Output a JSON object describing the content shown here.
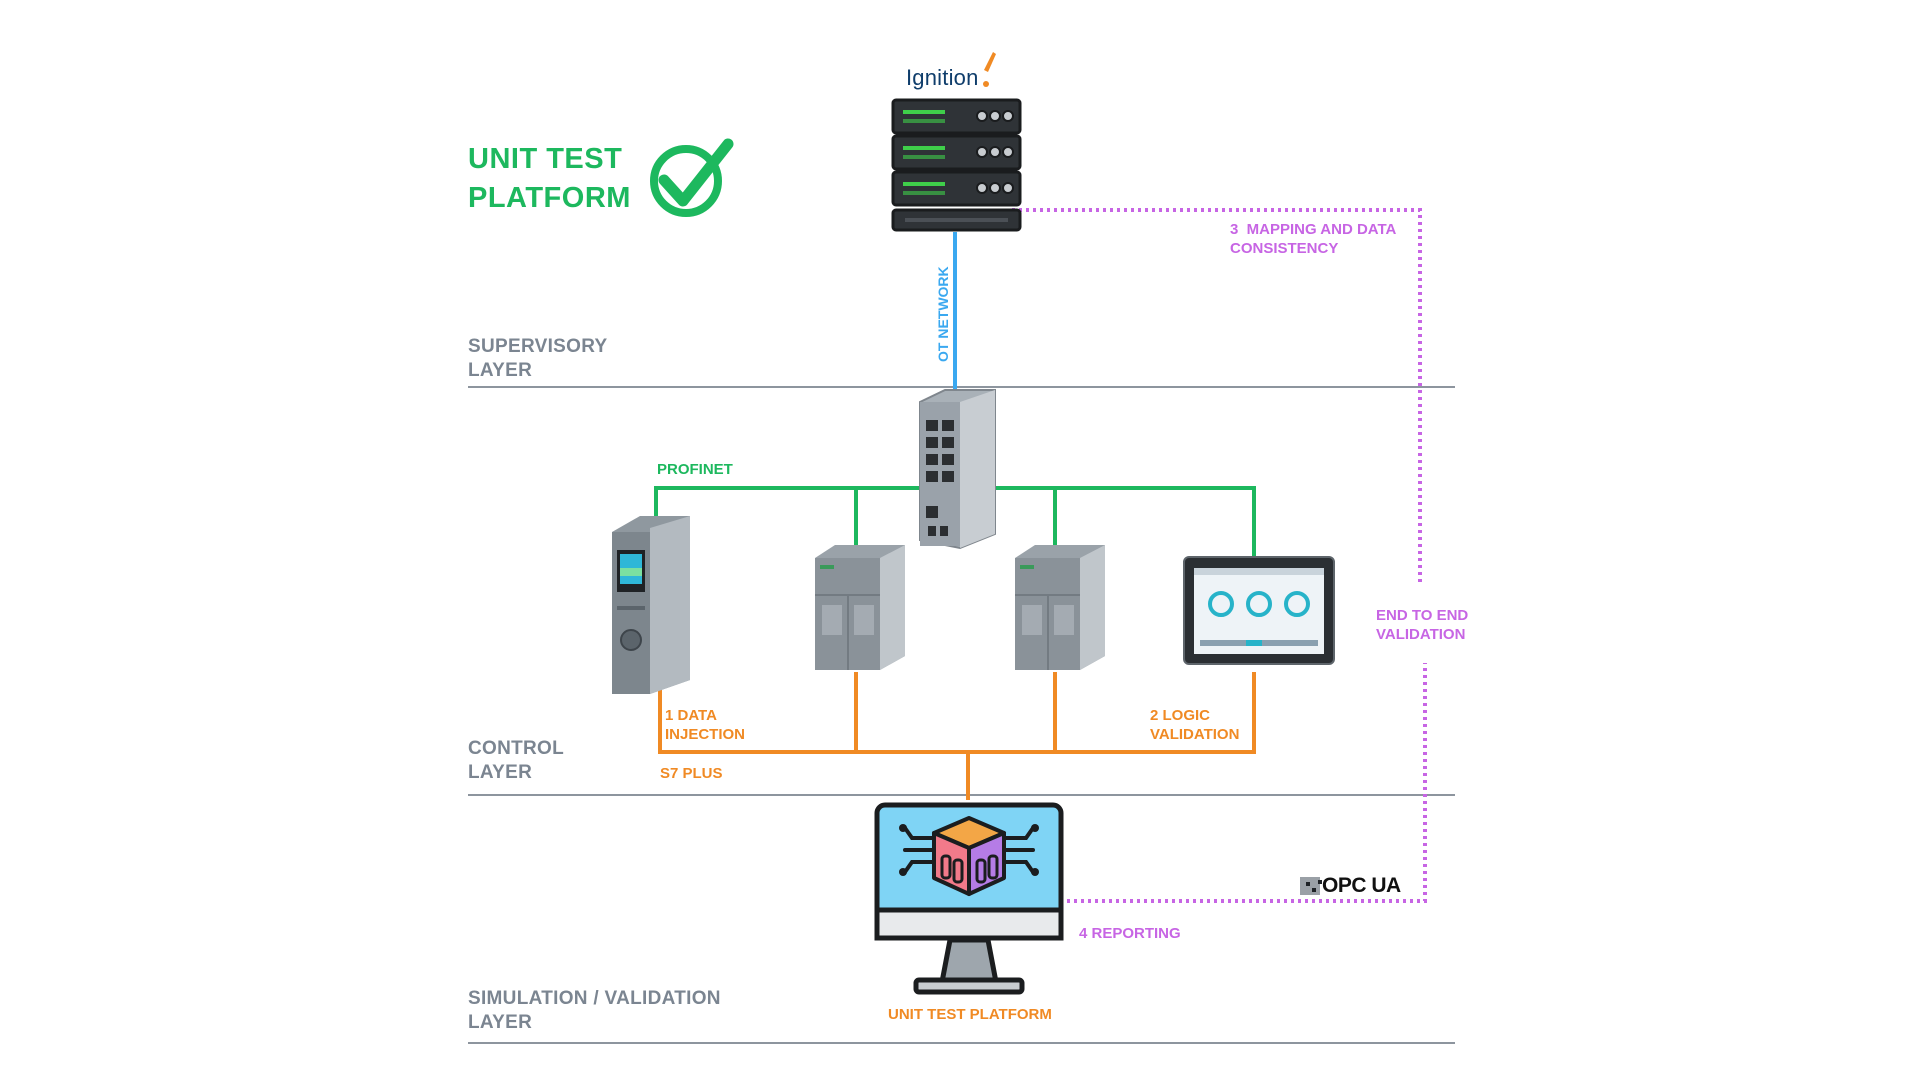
{
  "title": {
    "line1": "UNIT TEST",
    "line2": "PLATFORM"
  },
  "layers": {
    "supervisory": {
      "line1": "SUPERVISORY",
      "line2": "LAYER"
    },
    "control": {
      "line1": "CONTROL",
      "line2": "LAYER"
    },
    "simulation": {
      "line1": "SIMULATION / VALIDATION",
      "line2": "LAYER"
    }
  },
  "networks": {
    "ot": "OT NETWORK",
    "profinet": "PROFINET",
    "s7plus": "S7 PLUS",
    "opcua": "OPC UA"
  },
  "steps": {
    "data_injection": {
      "line1": "1 DATA",
      "line2": "INJECTION"
    },
    "logic_validation": {
      "line1": "2 LOGIC",
      "line2": "VALIDATION"
    },
    "mapping": {
      "line1": "3  MAPPING AND DATA",
      "line2": "CONSISTENCY"
    },
    "reporting": "4 REPORTING",
    "end_to_end": {
      "line1": "END TO END",
      "line2": "VALIDATION"
    }
  },
  "devices": {
    "server_brand": "Ignition",
    "test_platform_label": "UNIT TEST PLATFORM"
  },
  "colors": {
    "profinet": "#1db85e",
    "s7plus": "#f08a24",
    "validation": "#c765e4",
    "ot_network": "#3aa8f0",
    "layer_text": "#7b8591"
  },
  "icons": {
    "check": "check-icon",
    "server": "server-rack-icon",
    "switch": "network-switch-icon",
    "cpu": "plc-cpu-icon",
    "io": "io-module-icon",
    "hmi": "hmi-panel-icon",
    "workstation": "simulation-workstation-icon"
  }
}
